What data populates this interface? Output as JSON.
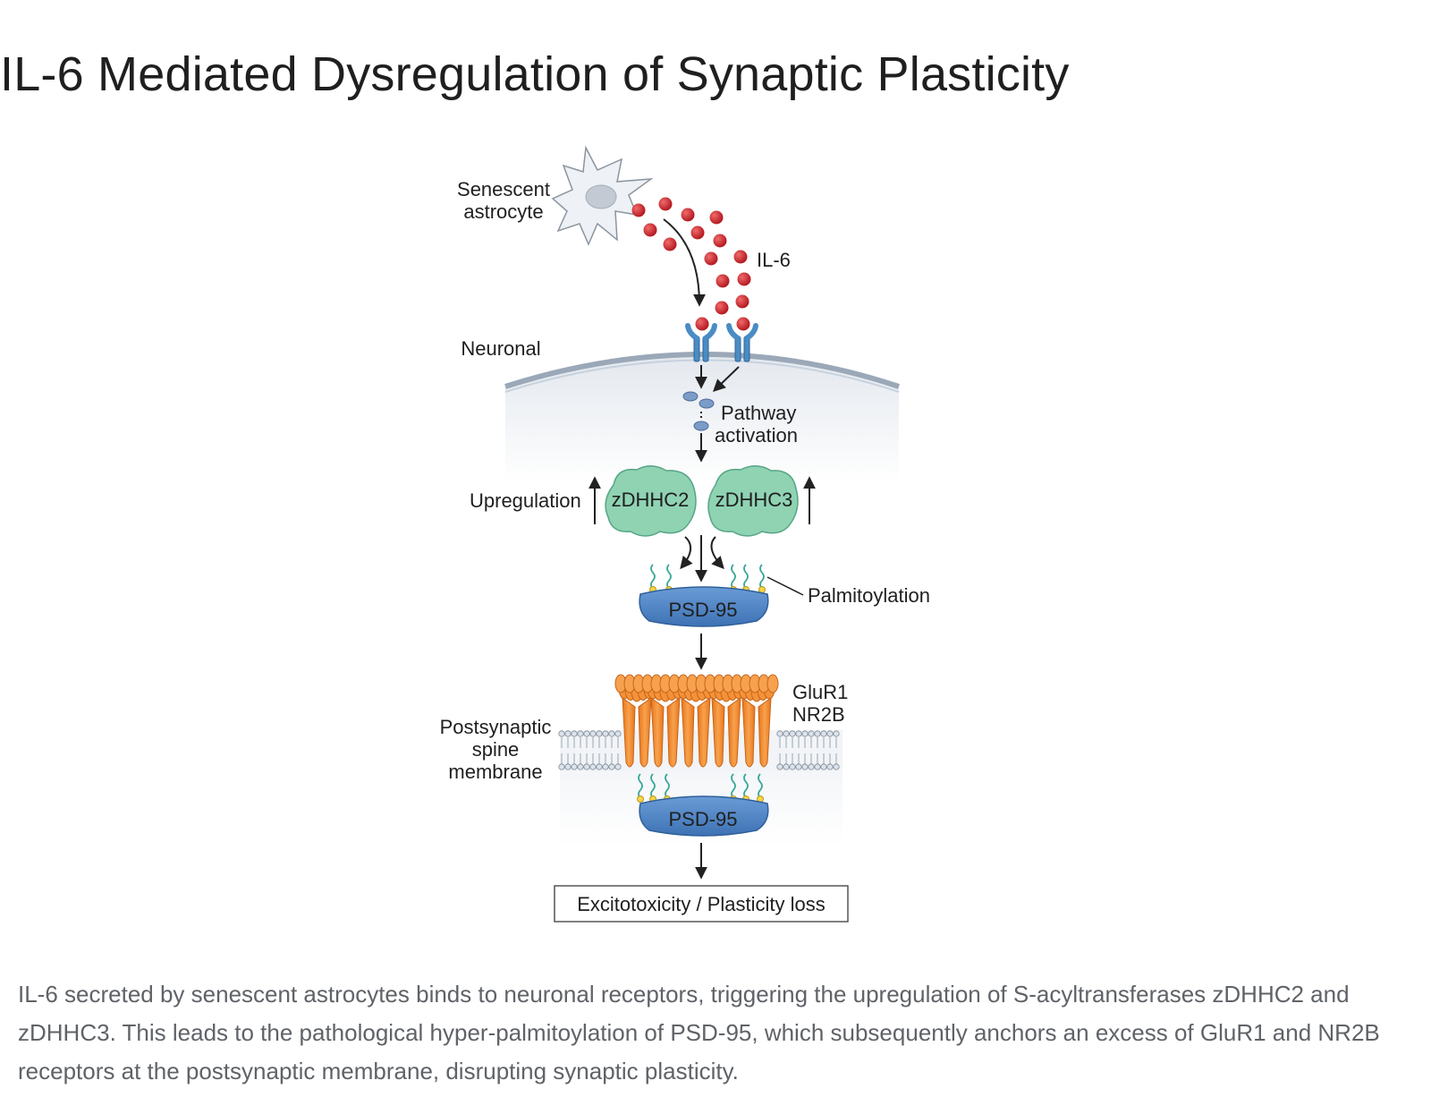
{
  "title": "IL-6 Mediated Dysregulation of Synaptic Plasticity",
  "labels": {
    "astrocyte_line1": "Senescent",
    "astrocyte_line2": "astrocyte",
    "il6": "IL-6",
    "neuronal": "Neuronal",
    "pathway_line1": "Pathway",
    "pathway_line2": "activation",
    "upregulation": "Upregulation",
    "enzyme_a": "zDHHC2",
    "enzyme_b": "zDHHC3",
    "palmitoylation": "Palmitoylation",
    "psd95_top": "PSD-95",
    "receptor_line1": "GluR1",
    "receptor_line2": "NR2B",
    "spine_line1": "Postsynaptic",
    "spine_line2": "spine",
    "spine_line3": "membrane",
    "psd95_bottom": "PSD-95",
    "outcome": "Excitotoxicity / Plasticity loss"
  },
  "caption": "IL-6 secreted by senescent astrocytes binds to neuronal receptors, triggering the upregulation of S-acyltransferases zDHHC2 and zDHHC3. This leads to the pathological hyper-palmitoylation of PSD-95, which subsequently anchors an excess of GluR1 and NR2B receptors at the postsynaptic membrane, disrupting synaptic plasticity.",
  "colors": {
    "il6_particle": "#c8252c",
    "receptor": "#4a8cc4",
    "enzyme": "#8fd3b3",
    "psd95": "#4f86c6",
    "channel": "#f28a2e",
    "lipid_head": "#f5d547"
  }
}
